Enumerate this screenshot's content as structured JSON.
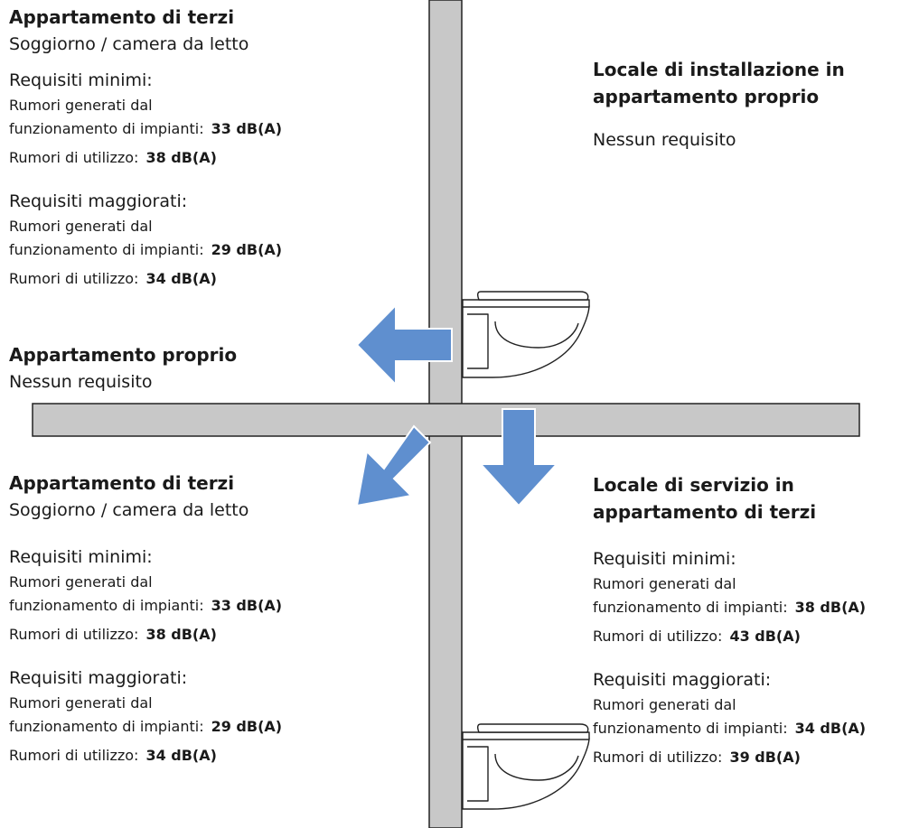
{
  "colors": {
    "wall_fill": "#c8c8c8",
    "wall_stroke": "#222222",
    "arrow": "#5f8fcf"
  },
  "icons": [
    "wall-toilet-icon",
    "arrow-left-icon",
    "arrow-down-left-icon",
    "arrow-down-icon"
  ],
  "top_left": {
    "title": "Appartamento di terzi",
    "subtitle": "Soggiorno / camera da letto",
    "min_heading": "Requisiti minimi:",
    "min_line1": "Rumori generati dal",
    "min_line2": "funzionamento di impianti:",
    "min_val1": "33 dB(A)",
    "min_line3": "Rumori di utilizzo:",
    "min_val2": "38 dB(A)",
    "inc_heading": "Requisiti maggiorati:",
    "inc_line1": "Rumori generati dal",
    "inc_line2": "funzionamento di impianti:",
    "inc_val1": "29 dB(A)",
    "inc_line3": "Rumori di utilizzo:",
    "inc_val2": "34 dB(A)"
  },
  "own_apartment": {
    "title": "Appartamento proprio",
    "subtitle": "Nessun requisito"
  },
  "installation_room": {
    "title_line1": "Locale di installazione in",
    "title_line2": "appartamento proprio",
    "subtitle": "Nessun requisito"
  },
  "bottom_left": {
    "title": "Appartamento di terzi",
    "subtitle": "Soggiorno / camera da letto",
    "min_heading": "Requisiti minimi:",
    "min_line1": "Rumori generati dal",
    "min_line2": "funzionamento di impianti:",
    "min_val1": "33 dB(A)",
    "min_line3": "Rumori di utilizzo:",
    "min_val2": "38 dB(A)",
    "inc_heading": "Requisiti maggiorati:",
    "inc_line1": "Rumori generati dal",
    "inc_line2": "funzionamento di impianti:",
    "inc_val1": "29 dB(A)",
    "inc_line3": "Rumori di utilizzo:",
    "inc_val2": "34 dB(A)"
  },
  "service_room": {
    "title_line1": "Locale di servizio in",
    "title_line2": "appartamento di terzi",
    "min_heading": "Requisiti minimi:",
    "min_line1": "Rumori generati dal",
    "min_line2": "funzionamento di impianti:",
    "min_val1": "38 dB(A)",
    "min_line3": "Rumori di utilizzo:",
    "min_val2": "43 dB(A)",
    "inc_heading": "Requisiti maggiorati:",
    "inc_line1": "Rumori generati dal",
    "inc_line2": "funzionamento di impianti:",
    "inc_val1": "34 dB(A)",
    "inc_line3": "Rumori di utilizzo:",
    "inc_val2": "39 dB(A)"
  }
}
